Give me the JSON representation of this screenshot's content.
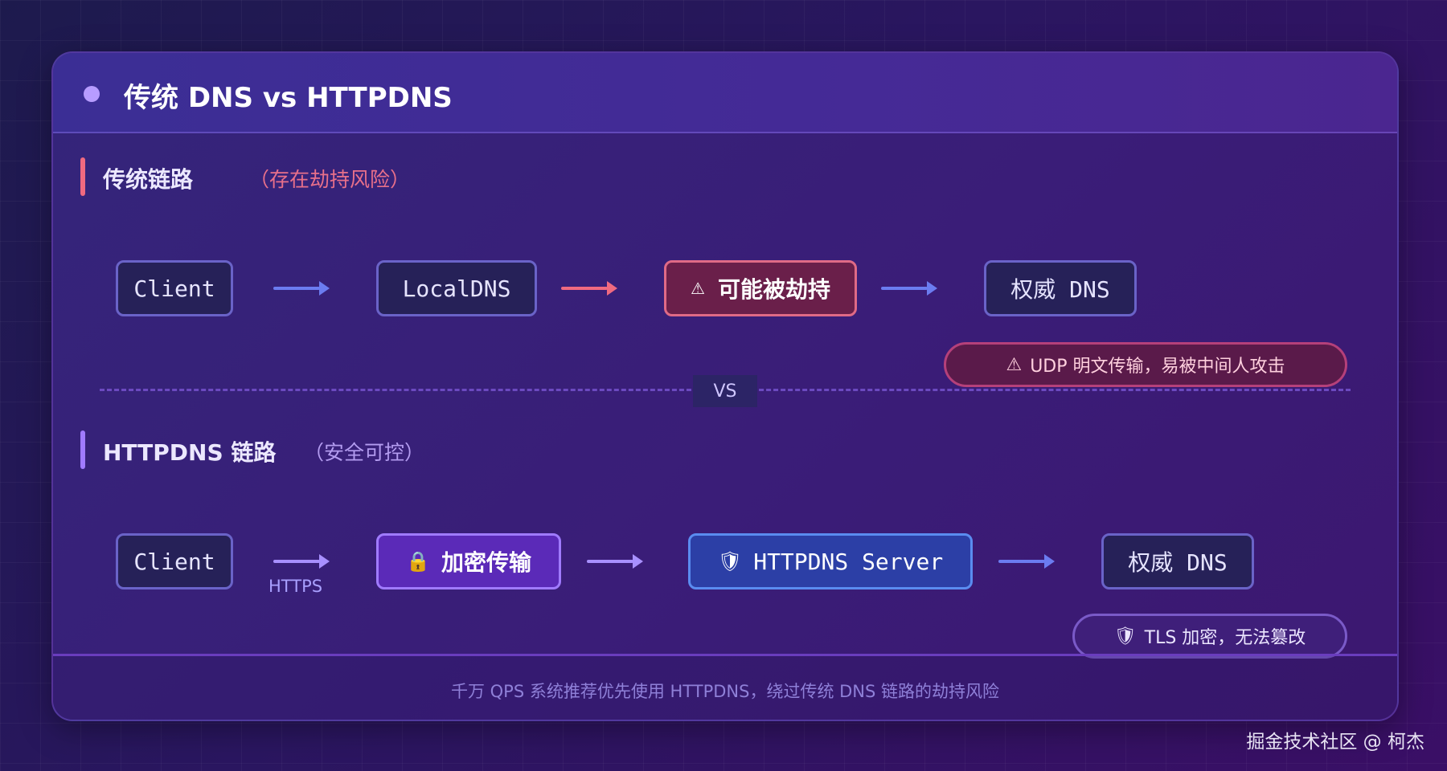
{
  "header": {
    "title": "传统 DNS vs HTTPDNS"
  },
  "traditional": {
    "title": "传统链路",
    "note": "（存在劫持风险）",
    "nodes": [
      "Client",
      "LocalDNS",
      "可能被劫持",
      "权威 DNS"
    ],
    "hijack_icon": "⚠",
    "warning": {
      "icon": "⚠",
      "text": "UDP 明文传输，易被中间人攻击"
    }
  },
  "divider_label": "VS",
  "httpdns": {
    "title": "HTTPDNS 链路",
    "note": "（安全可控）",
    "nodes": [
      "Client",
      "加密传输",
      "HTTPDNS Server",
      "权威 DNS"
    ],
    "arrow_label": "HTTPS",
    "lock_icon": "🔒",
    "shield_icon": "🛡",
    "note_pill": {
      "icon": "🛡",
      "text": "TLS 加密，无法篡改"
    }
  },
  "footer": "千万 QPS 系统推荐优先使用 HTTPDNS，绕过传统 DNS 链路的劫持风险",
  "watermark": "掘金技术社区 @ 柯杰",
  "colors": {
    "accent": "#b79cff",
    "danger": "#e06a86",
    "safe": "#a07bff",
    "server": "#5a8cf0",
    "arrow_traditional": "#6b7cf0",
    "arrow_danger": "#f06a80",
    "arrow_httpdns": "#a890ff"
  }
}
